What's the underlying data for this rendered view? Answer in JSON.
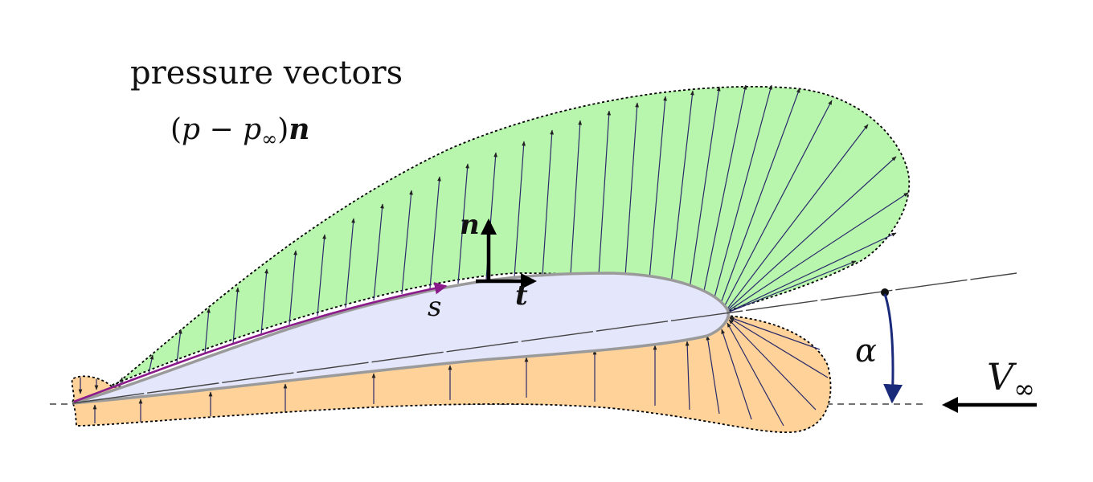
{
  "diagram": {
    "title": "pressure vectors",
    "formula": {
      "open": "(",
      "p": "p",
      "minus": " − ",
      "p_inf_base": "p",
      "p_inf_sub": "∞",
      "close": ")",
      "n": "n"
    },
    "labels": {
      "normal": "n",
      "tangent": "t",
      "arc_length": "s",
      "angle_of_attack": "α",
      "freestream_base": "V",
      "freestream_sub": "∞"
    },
    "colors": {
      "suction_region": "#b8f5ad",
      "pressure_region": "#ffd29a",
      "airfoil_fill": "#e4e6fb",
      "airfoil_outline": "#9a9a9a",
      "vector_lines": "#2a2a6a",
      "arc_length_arrow": "#8b1a8b",
      "angle_arrow": "#1a2a7a",
      "frame_arrows": "#000000"
    }
  }
}
